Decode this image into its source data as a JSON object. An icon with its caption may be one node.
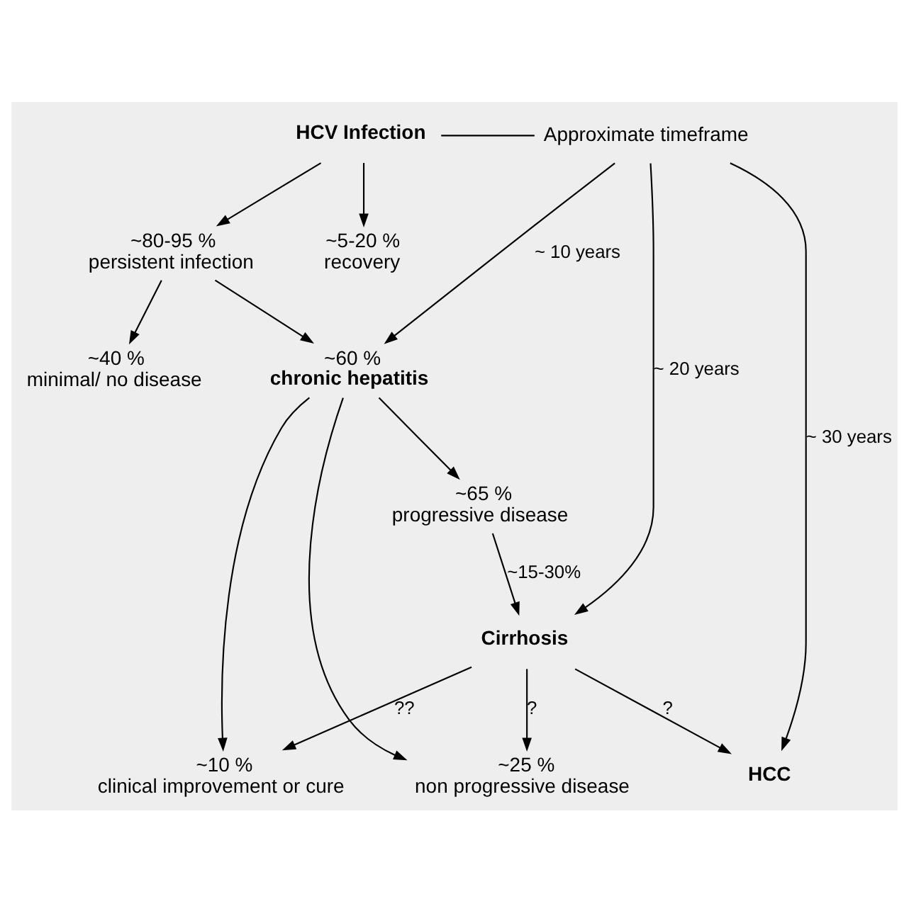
{
  "diagram": {
    "nodes": [
      {
        "text": [
          "HCV Infection"
        ]
      },
      {
        "text": [
          "~5-20 %",
          "recovery"
        ]
      },
      {
        "text": [
          "~80-95 %",
          "persistent infection"
        ]
      },
      {
        "text": [
          "~40 %",
          "minimal/ no disease"
        ]
      },
      {
        "text": [
          "~60 %",
          "chronic hepatitis"
        ]
      },
      {
        "text": [
          "~10 %",
          "clinical improvement or cure"
        ]
      },
      {
        "text": [
          "~25 %",
          "non progressive disease"
        ]
      },
      {
        "text": [
          "~65 %",
          "progressive disease"
        ]
      },
      {
        "text": [
          "Cirrhosis"
        ]
      },
      {
        "text": [
          "HCC"
        ]
      },
      {
        "text": [
          "Approximate timeframe"
        ]
      }
    ],
    "edges": [
      {
        "from": 0,
        "to": 1,
        "arrow": "to"
      },
      {
        "from": 0,
        "to": 2,
        "arrow": "to"
      },
      {
        "from": 2,
        "to": 3,
        "arrow": "to"
      },
      {
        "from": 2,
        "to": 4,
        "arrow": "to"
      },
      {
        "from": 4,
        "to": 5,
        "arrow": "to"
      },
      {
        "from": 4,
        "to": 6,
        "arrow": "to"
      },
      {
        "from": 4,
        "to": 7,
        "arrow": "to"
      },
      {
        "from": 7,
        "to": 8,
        "arrow": "to",
        "label": "~15-30%"
      },
      {
        "from": 8,
        "to": 5,
        "arrow": "to",
        "label": "??"
      },
      {
        "from": 8,
        "to": 6,
        "arrow": "to",
        "label": "?"
      },
      {
        "from": 8,
        "to": 9,
        "arrow": "to",
        "label": "?"
      },
      {
        "from": 0,
        "to": 10,
        "arrow": "none"
      },
      {
        "from": 10,
        "to": 4,
        "arrow": "to",
        "label": "~ 10 years"
      },
      {
        "from": 10,
        "to": 8,
        "arrow": "to",
        "label": "~ 20 years"
      },
      {
        "from": 10,
        "to": 9,
        "arrow": "to",
        "label": "~ 30 years"
      }
    ]
  }
}
